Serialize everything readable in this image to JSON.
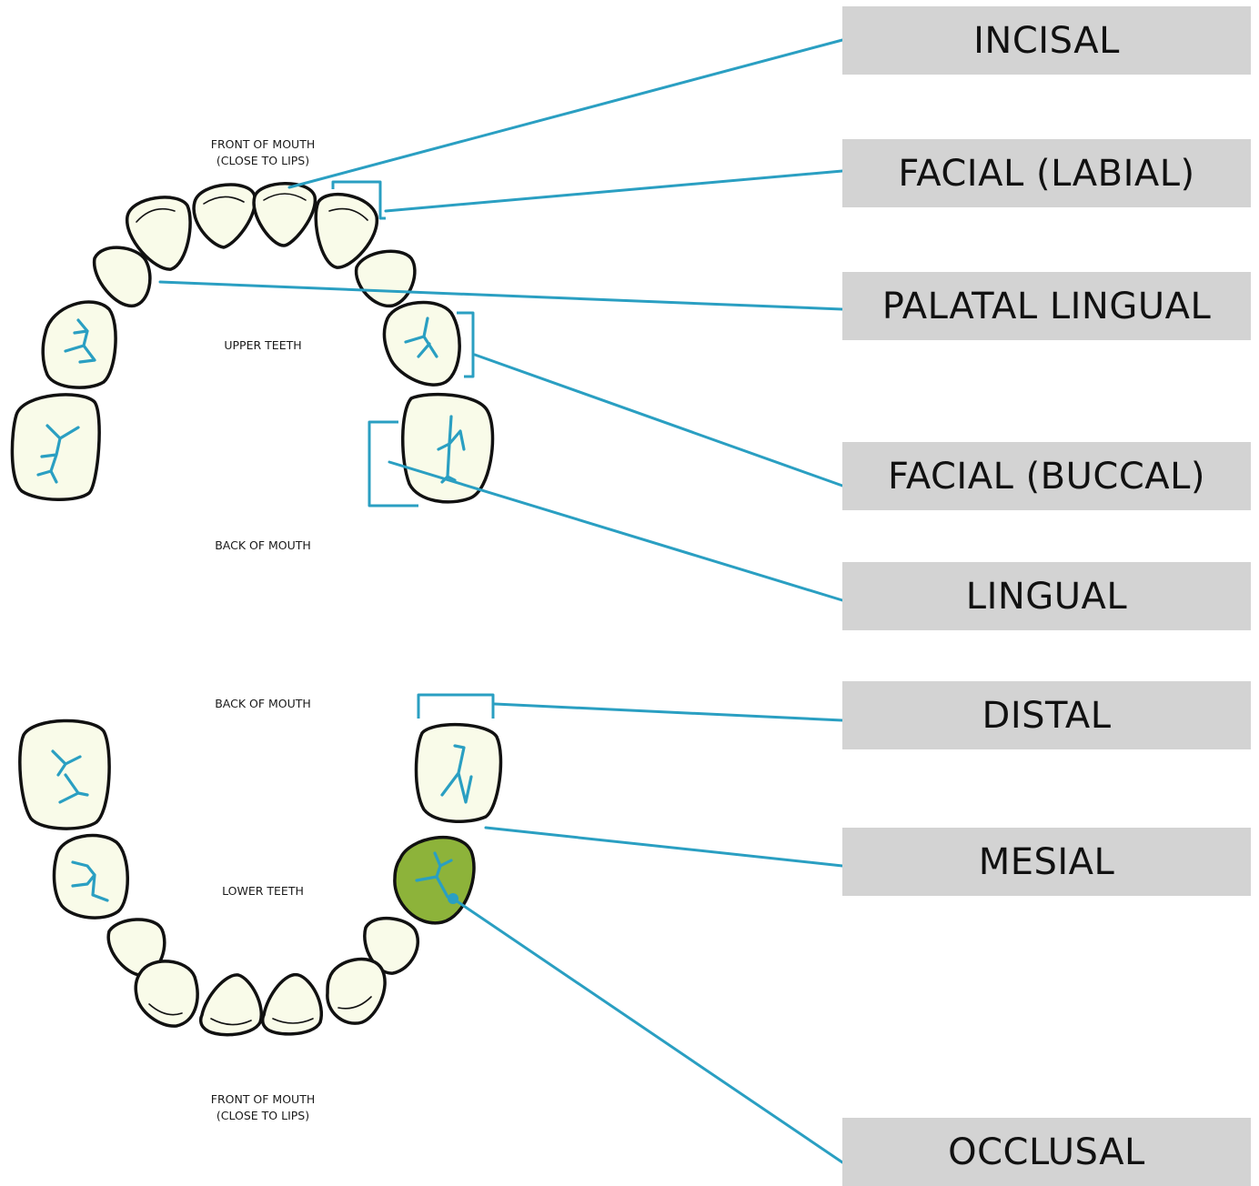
{
  "labels": {
    "incisal": "INCISAL",
    "facial_labial": "FACIAL (LABIAL)",
    "palatal_lingual": "PALATAL LINGUAL",
    "facial_buccal": "FACIAL (BUCCAL)",
    "lingual": "LINGUAL",
    "distal": "DISTAL",
    "mesial": "MESIAL",
    "occlusal": "OCCLUSAL"
  },
  "upper": {
    "front_line1": "FRONT OF MOUTH",
    "front_line2": "(CLOSE TO LIPS)",
    "title": "UPPER TEETH",
    "back": "BACK OF MOUTH"
  },
  "lower": {
    "back": "BACK OF MOUTH",
    "title": "LOWER TEETH",
    "front_line1": "FRONT OF MOUTH",
    "front_line2": "(CLOSE TO LIPS)"
  },
  "colors": {
    "accent_line": "#2a9fc2",
    "tooth_fill": "#f9fbe9",
    "highlight_tooth": "#8db33a",
    "label_background": "#d3d3d3"
  }
}
